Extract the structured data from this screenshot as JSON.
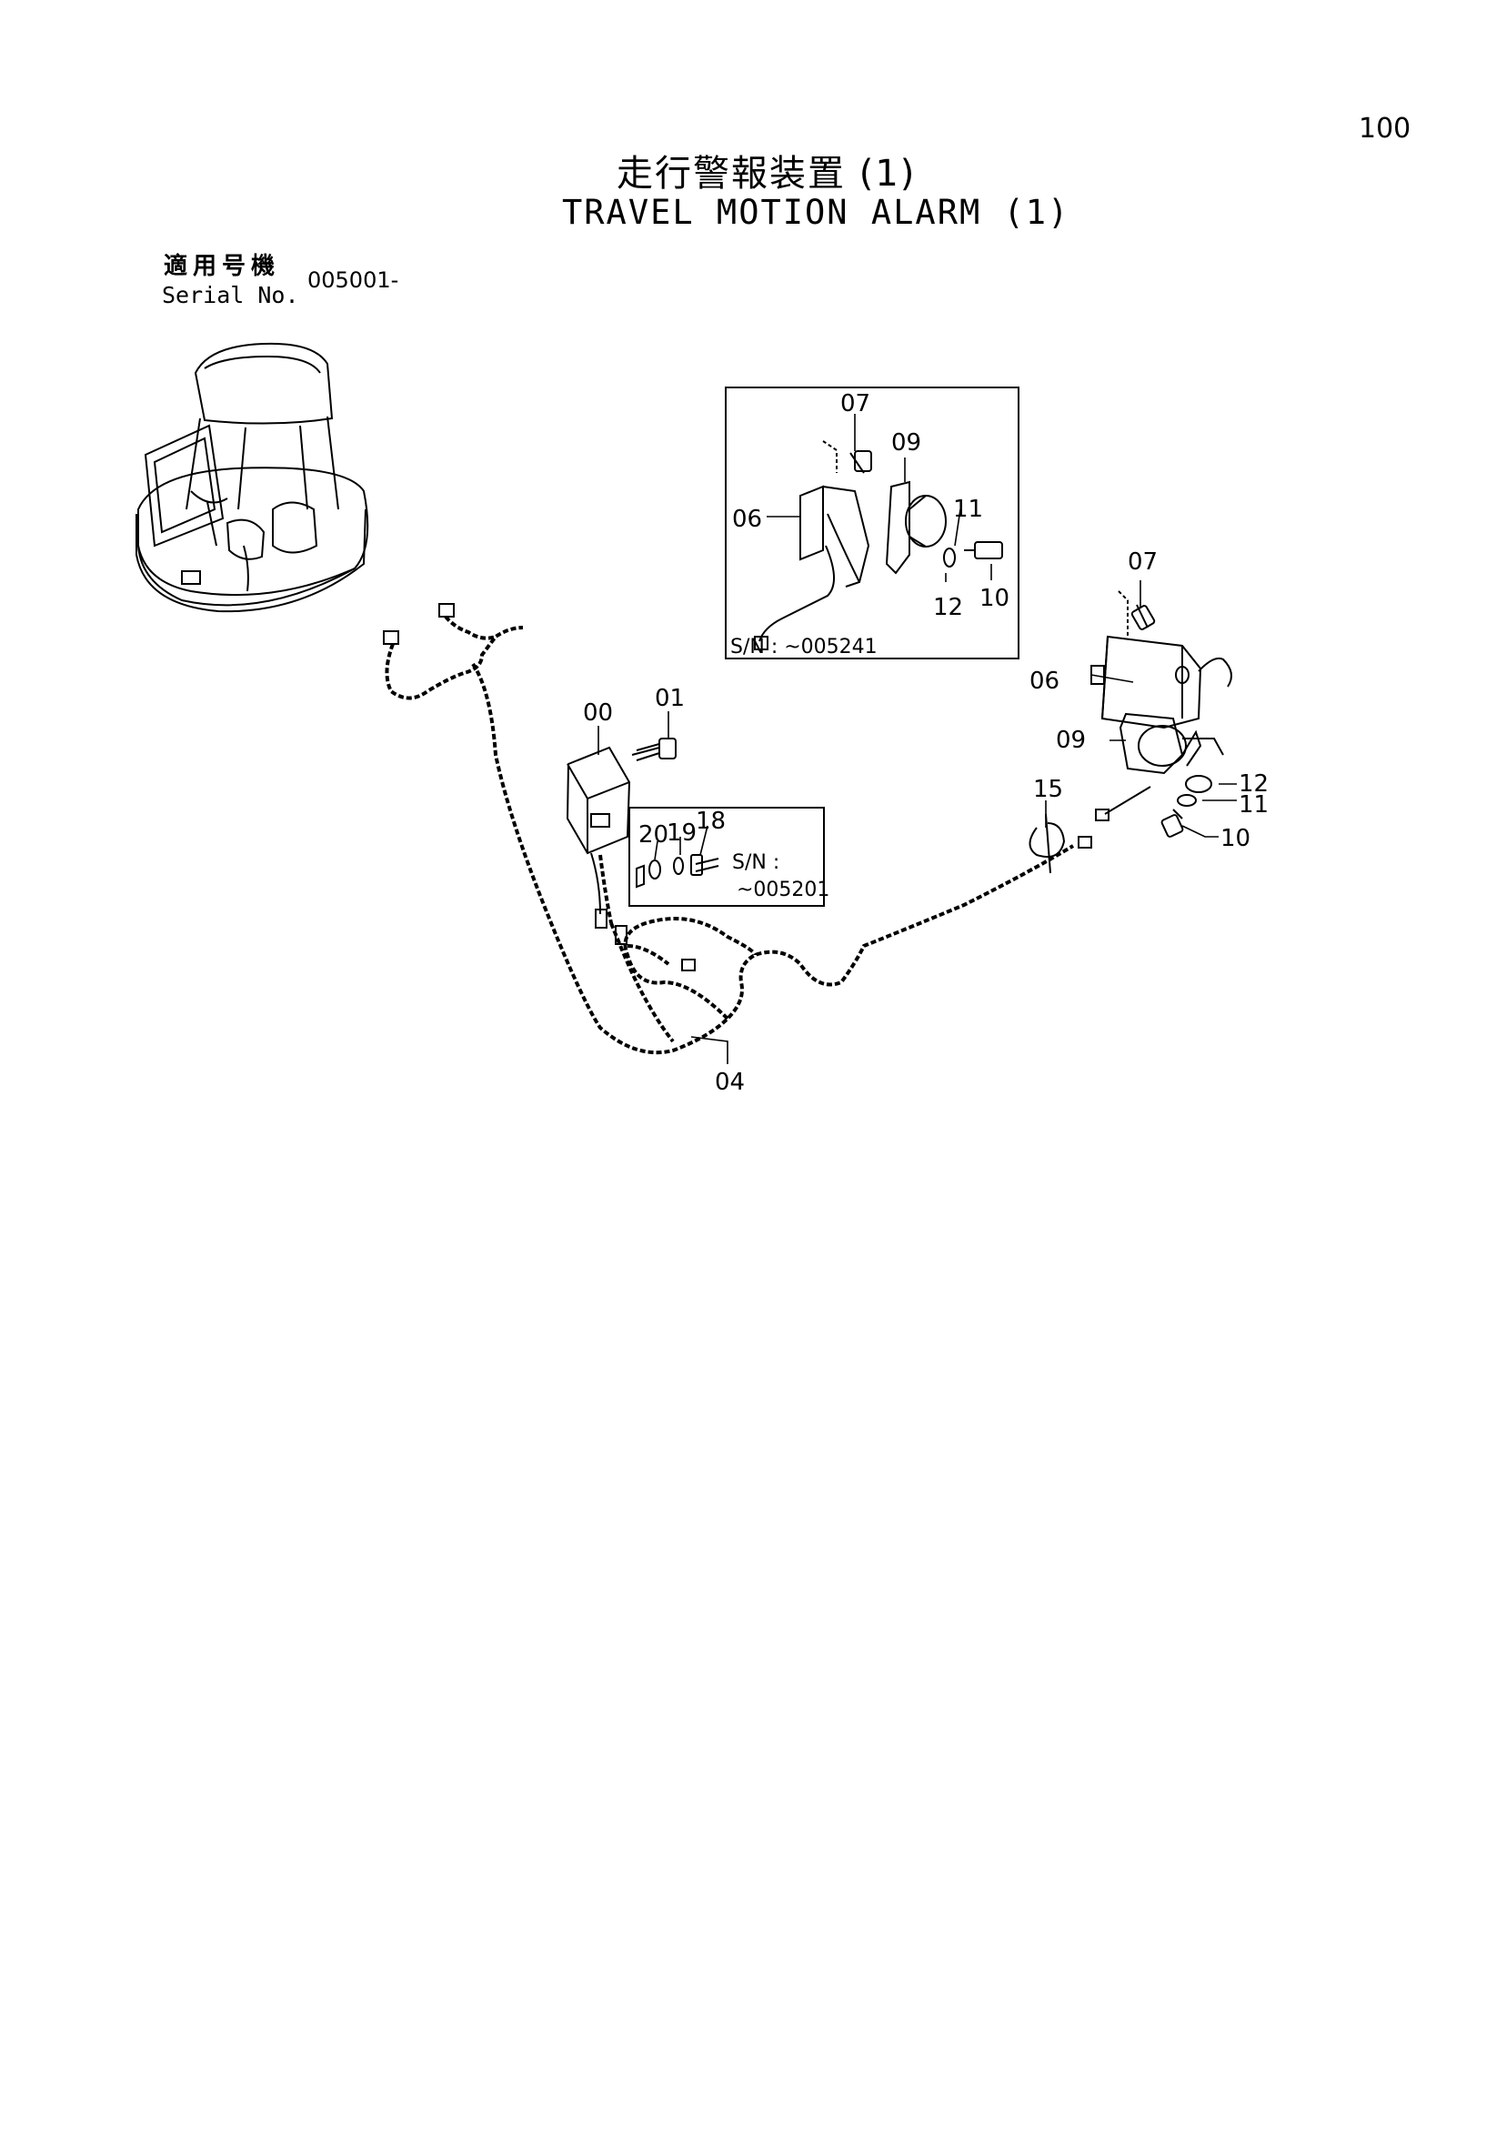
{
  "header": {
    "page_number": "100",
    "title_jp": "走行警報装置 (1)",
    "title_en": "TRAVEL MOTION ALARM (1)",
    "serial_label_jp": "適用号機",
    "serial_label_en": "Serial No.",
    "serial_value": "005001-"
  },
  "callouts": {
    "p00": "00",
    "p01": "01",
    "p04": "04",
    "p06a": "06",
    "p07a": "07",
    "p09a": "09",
    "p10a": "10",
    "p11a": "11",
    "p12a": "12",
    "p06b": "06",
    "p07b": "07",
    "p09b": "09",
    "p10b": "10",
    "p11b": "11",
    "p12b": "12",
    "p15": "15",
    "p18": "18",
    "p19": "19",
    "p20": "20"
  },
  "insets": {
    "top_sn": "S/N : ~005241",
    "small_sn_label": "S/N :",
    "small_sn_value": "~005201"
  },
  "colors": {
    "ink": "#000000",
    "paper": "#ffffff"
  }
}
